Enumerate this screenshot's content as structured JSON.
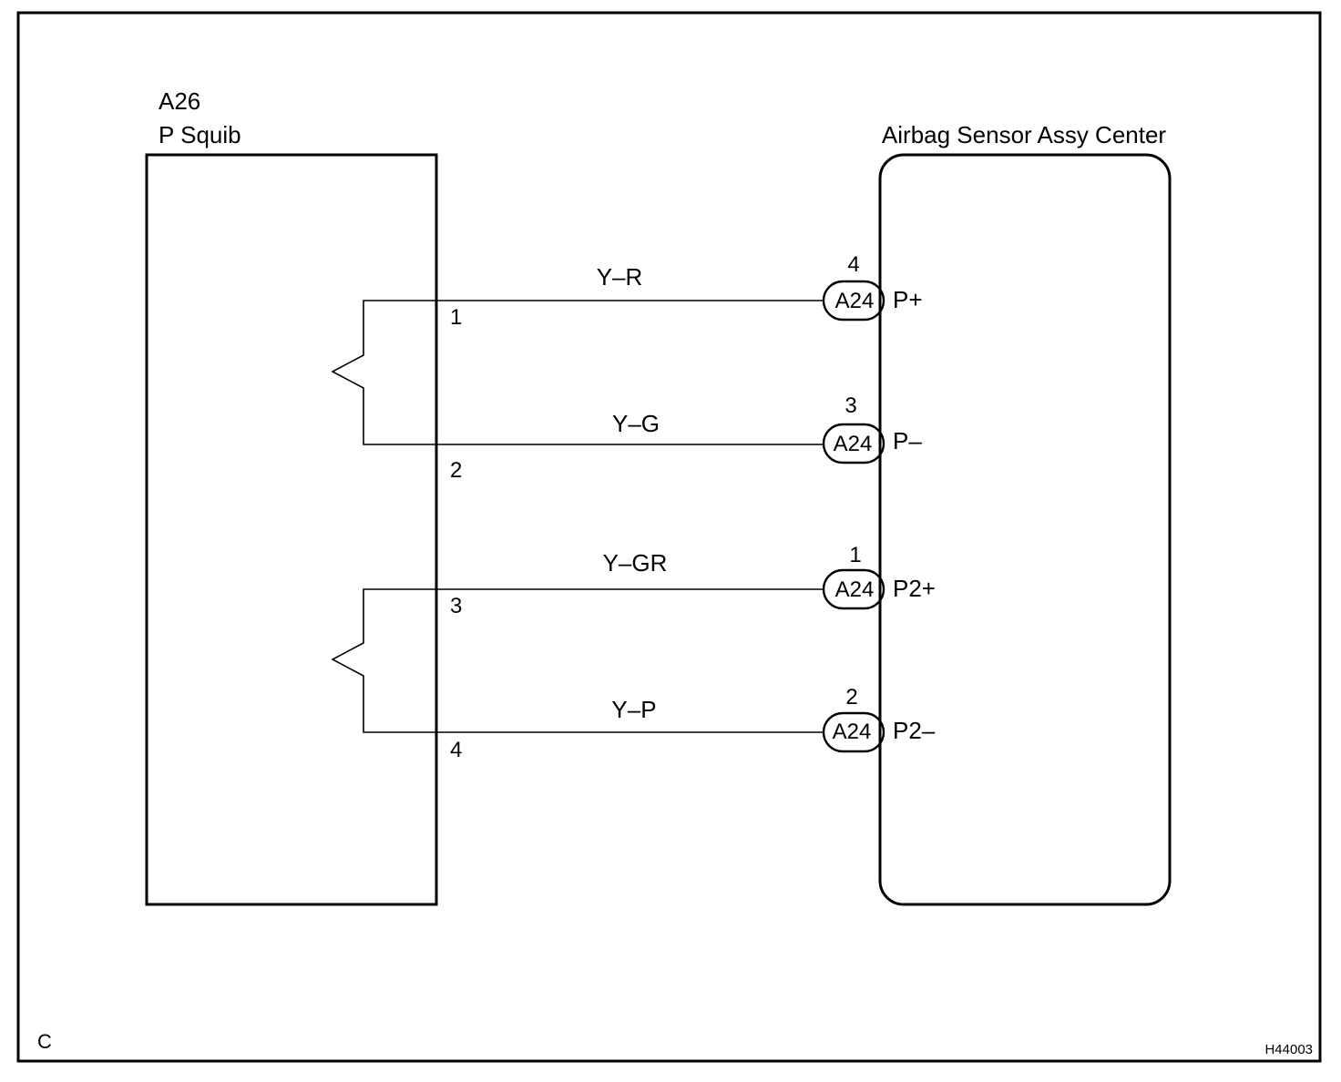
{
  "squib": {
    "code": "A26",
    "name": "P Squib",
    "pins": [
      "1",
      "2",
      "3",
      "4"
    ]
  },
  "sensor": {
    "name": "Airbag Sensor Assy Center",
    "connectors": [
      {
        "pin": "4",
        "code": "A24",
        "terminal": "P+"
      },
      {
        "pin": "3",
        "code": "A24",
        "terminal": "P–"
      },
      {
        "pin": "1",
        "code": "A24",
        "terminal": "P2+"
      },
      {
        "pin": "2",
        "code": "A24",
        "terminal": "P2–"
      }
    ]
  },
  "wires": [
    {
      "color_code": "Y–R"
    },
    {
      "color_code": "Y–G"
    },
    {
      "color_code": "Y–GR"
    },
    {
      "color_code": "Y–P"
    }
  ],
  "footer": {
    "corner_letter": "C",
    "figure_code": "H44003"
  },
  "icons": {
    "squib_resistor": "zigzag-resistor-icon",
    "connector": "oval-connector-icon"
  }
}
